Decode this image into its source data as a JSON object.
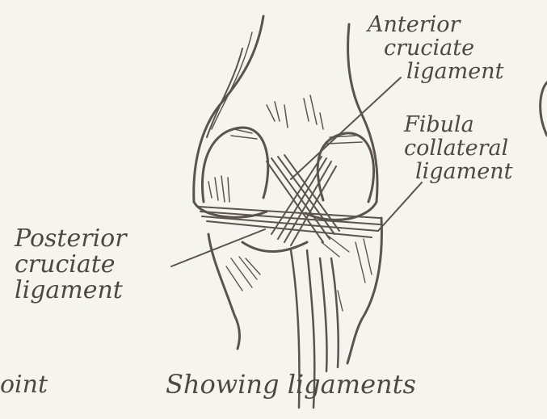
{
  "labels": {
    "anterior_cruciate": [
      "Anterior",
      "cruciate",
      "ligament"
    ],
    "fibula_collateral": [
      "Fibula",
      "collateral",
      "ligament"
    ],
    "posterior_cruciate": [
      "Posterior",
      "cruciate",
      "ligament"
    ]
  },
  "caption": "Showing ligaments",
  "fragment_left": "oint",
  "colors": {
    "ink": "#4d4843",
    "paper": "#f6f4ee"
  }
}
